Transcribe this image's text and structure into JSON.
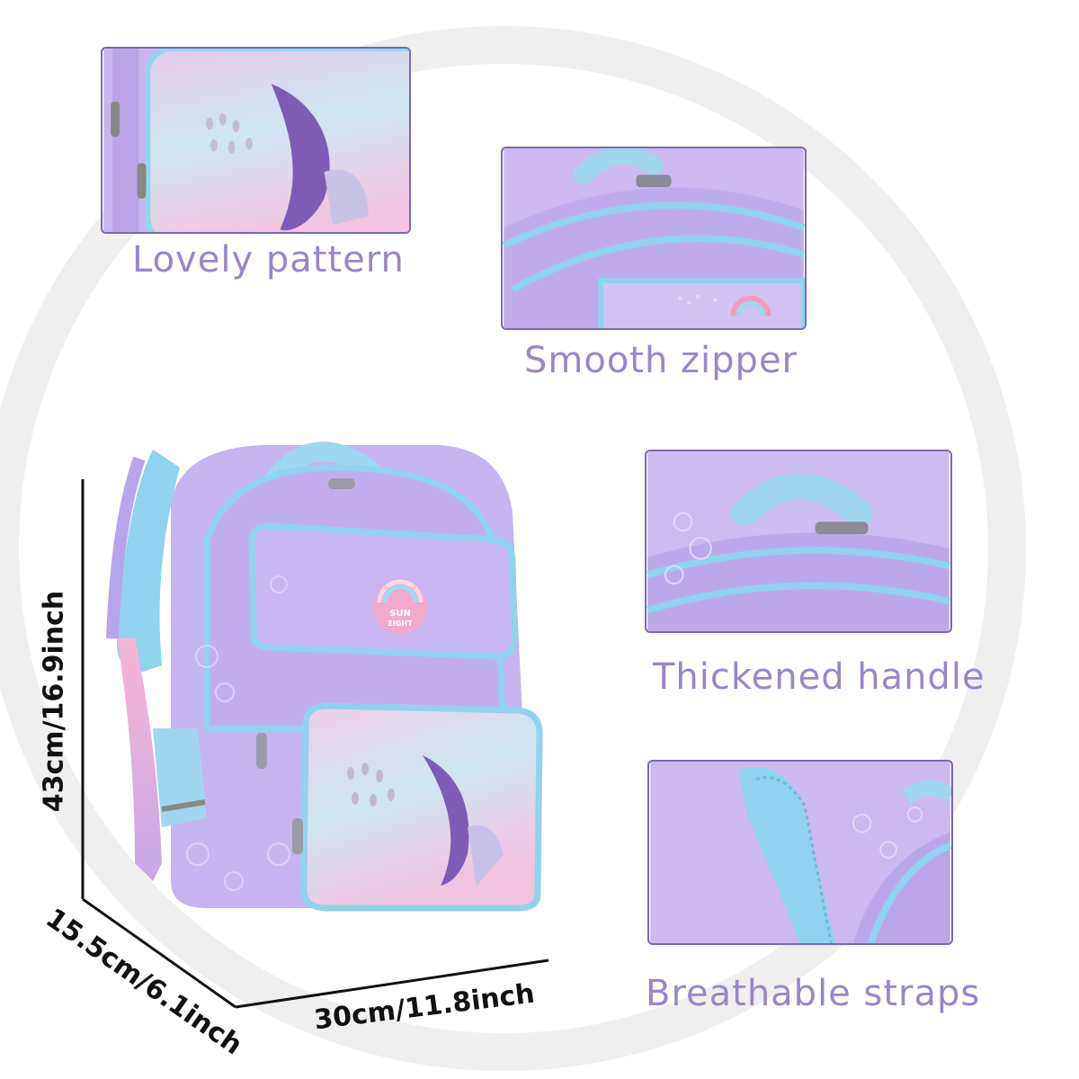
{
  "callouts": [
    {
      "label": "Lovely pattern"
    },
    {
      "label": "Smooth zipper"
    },
    {
      "label": "Thickened handle"
    },
    {
      "label": "Breathable straps"
    }
  ],
  "dimensions": {
    "height": "43cm/16.9inch",
    "depth": "15.5cm/6.1inch",
    "width": "30cm/11.8inch"
  },
  "badge": {
    "line1": "SUN",
    "line2": "EIGHT"
  },
  "colors": {
    "label_text": "#9a86c8",
    "frame_border": "#7b68b0",
    "bag_lavender": "#c4b2ec",
    "trim_blue": "#8fd3ee",
    "mermaid_tail": "#7d5cb4",
    "strap_pink": "#f0a6cc"
  }
}
